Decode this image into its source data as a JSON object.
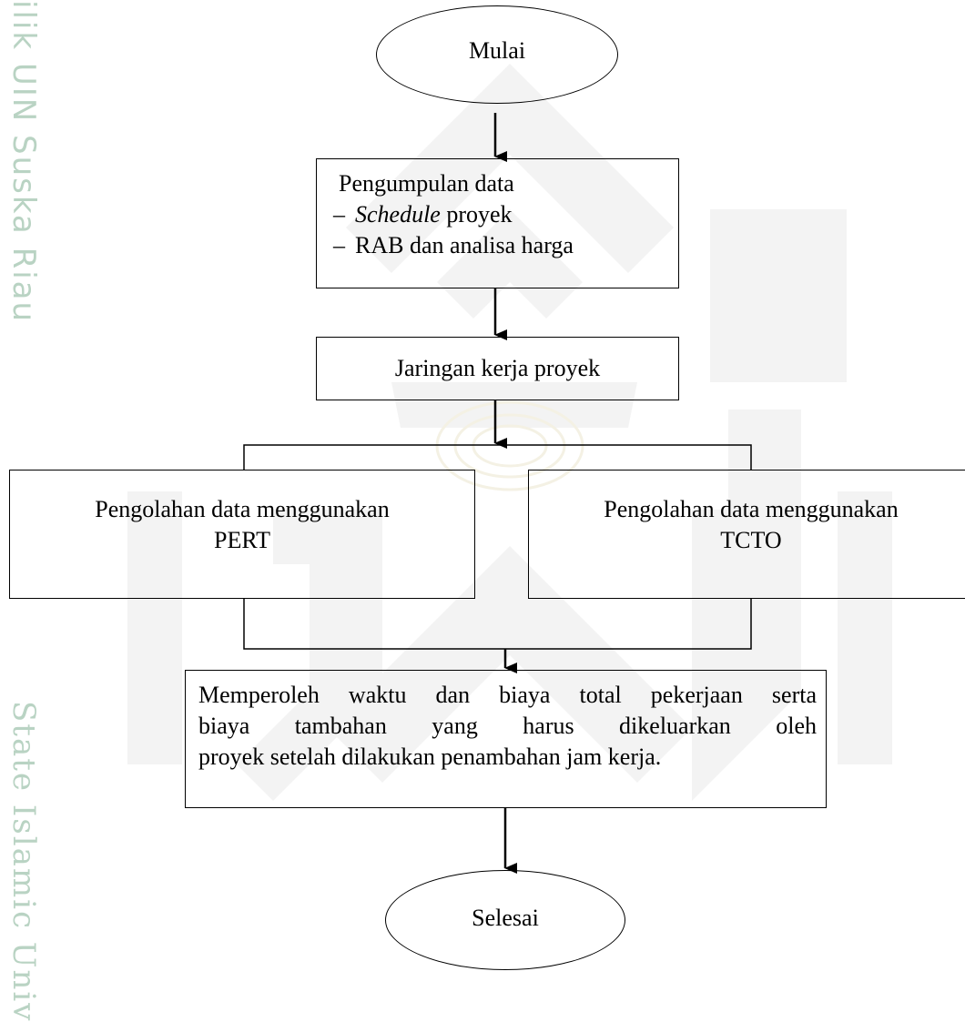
{
  "watermark": {
    "side_top": "ilik UIN Suska Riau",
    "side_bottom": "State Islamic Univ",
    "color": "#b9d3c3"
  },
  "flowchart": {
    "start": "Mulai",
    "collect": {
      "title": "Pengumpulan data",
      "item1_em": "Schedule",
      "item1_rest": " proyek",
      "item2": "RAB dan analisa harga",
      "bullet": "–"
    },
    "network": "Jaringan kerja proyek",
    "pert": {
      "line1": "Pengolahan data menggunakan",
      "line2": "PERT"
    },
    "tcto": {
      "line1": "Pengolahan data menggunakan",
      "line2": "TCTO"
    },
    "result": {
      "line1": "Memperoleh waktu dan biaya total pekerjaan serta",
      "line2": "biaya tambahan yang harus dikeluarkan oleh",
      "line3": "proyek setelah dilakukan penambahan jam kerja."
    },
    "end": "Selesai"
  }
}
